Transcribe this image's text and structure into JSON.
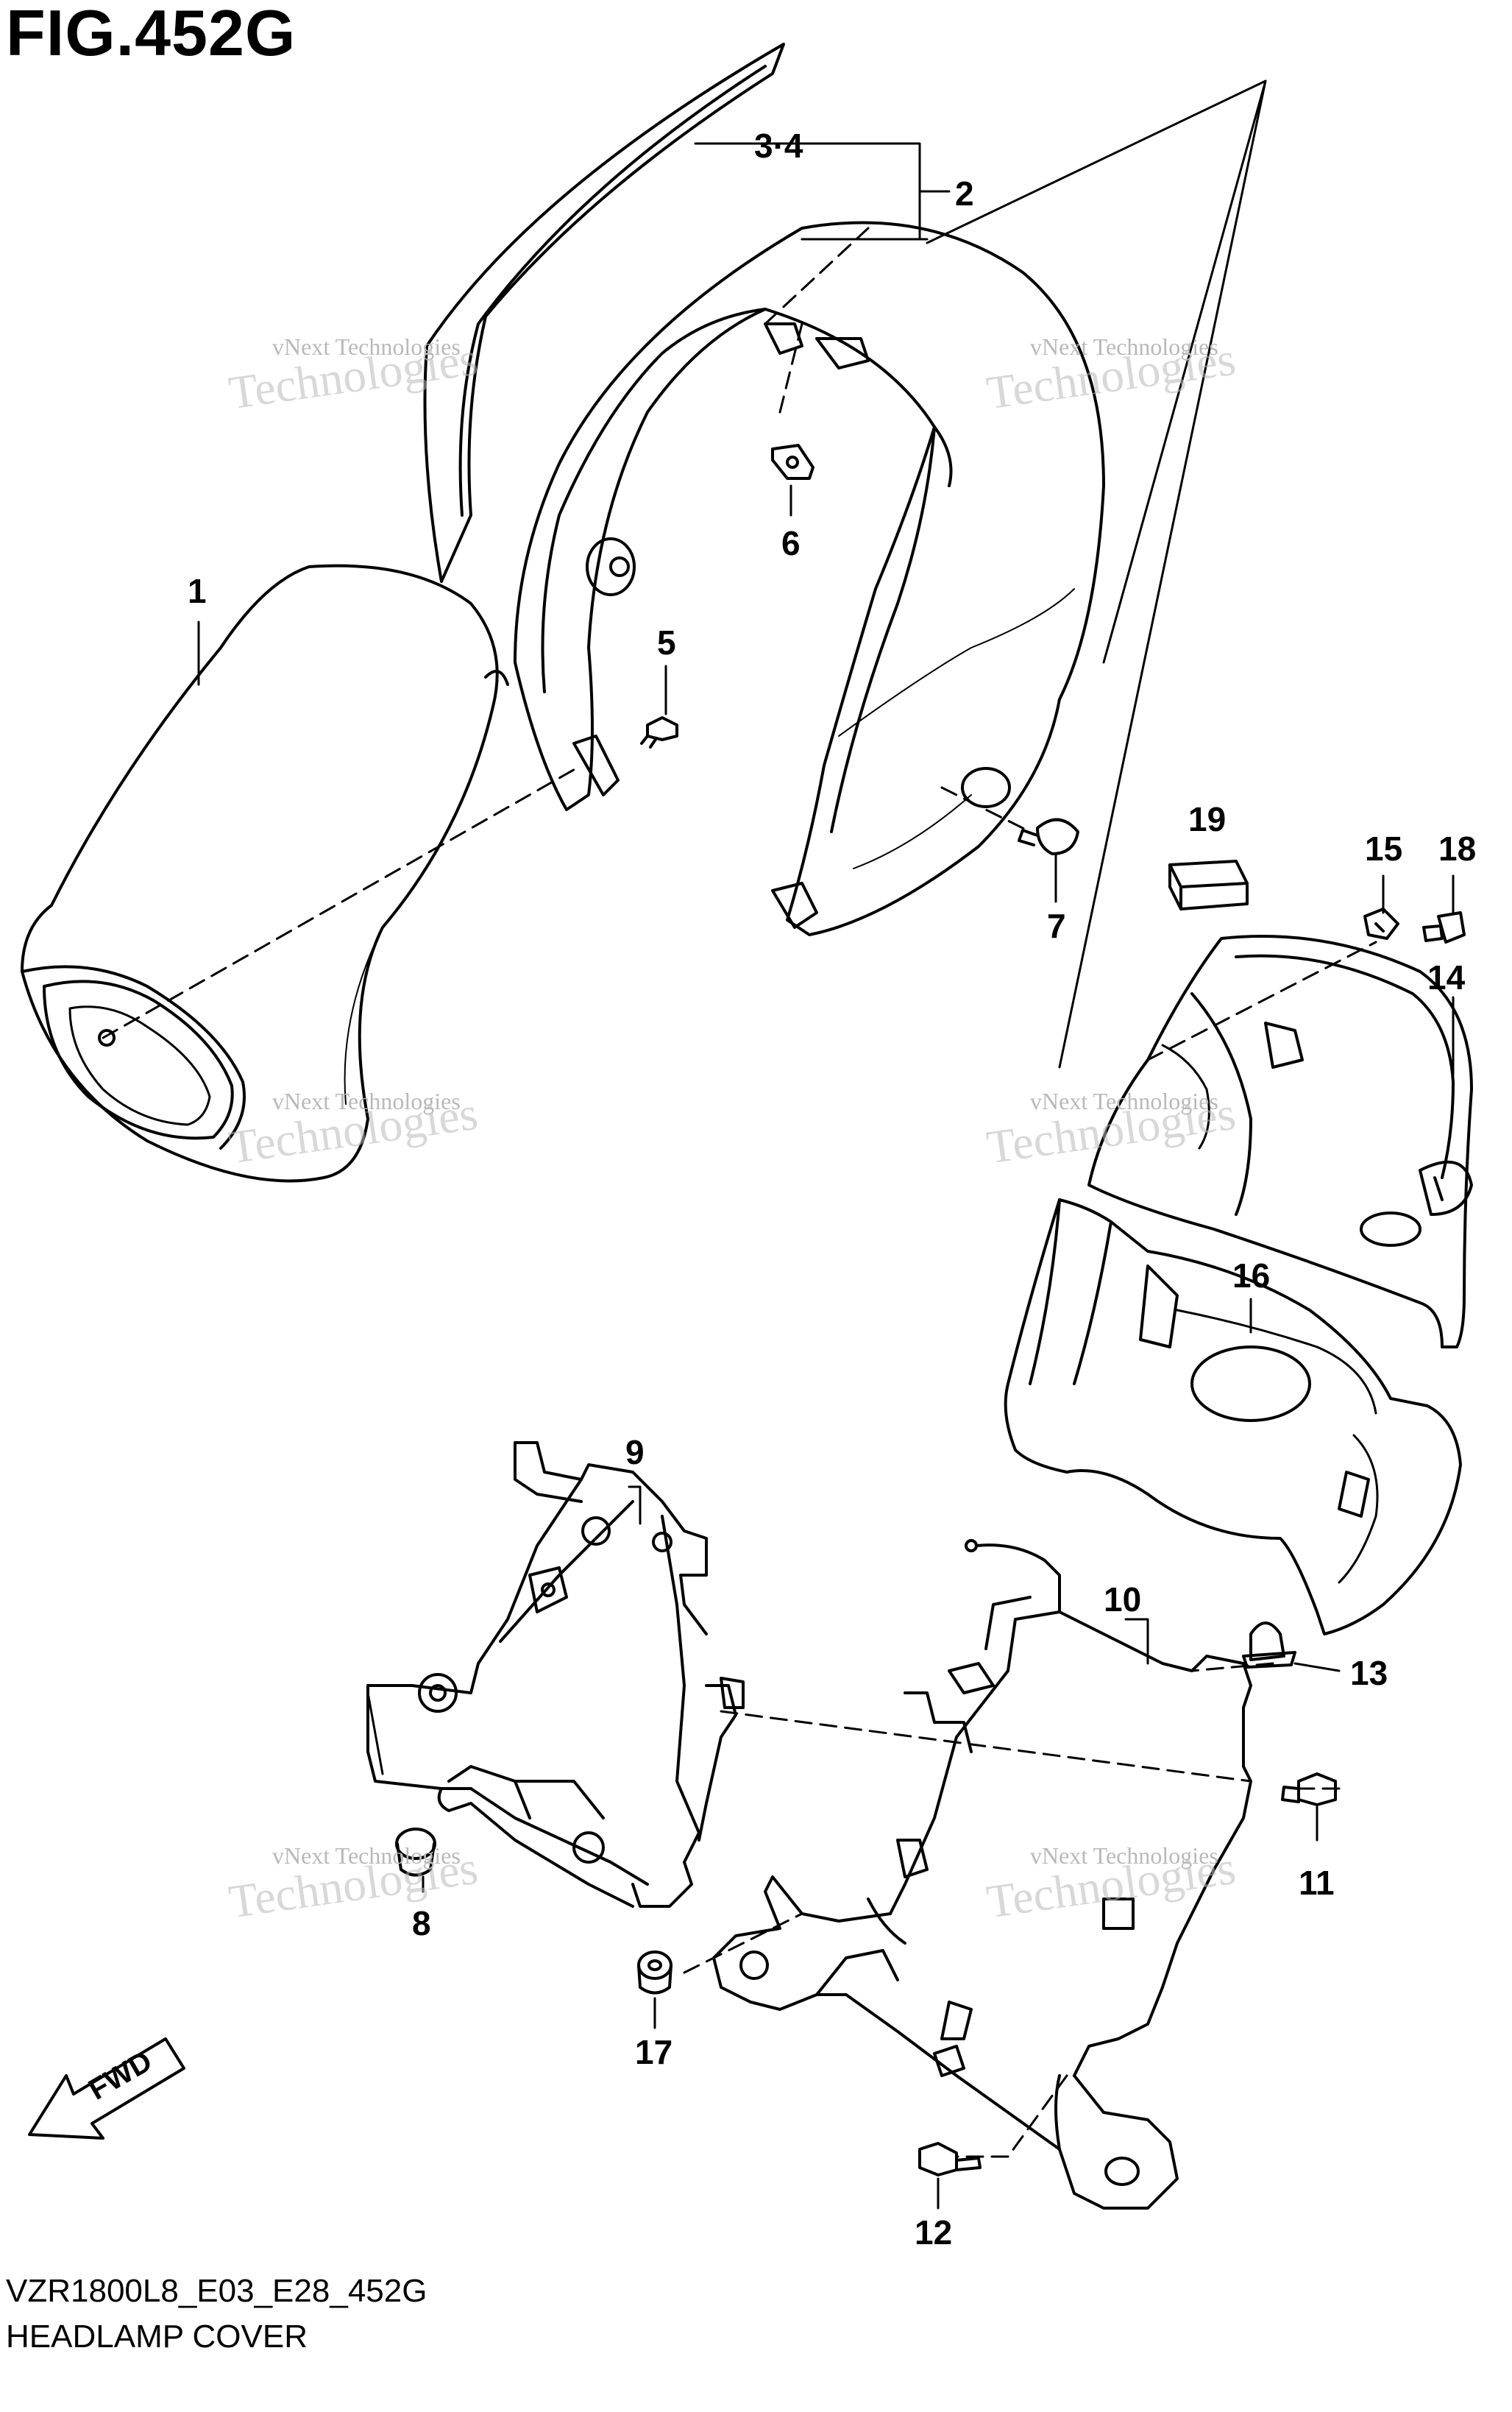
{
  "figure": {
    "title": "FIG.452G",
    "code": "VZR1800L8_E03_E28_452G",
    "caption": "HEADLAMP COVER",
    "fwd_label": "FWD"
  },
  "watermark": {
    "line1": "vNext Technologies",
    "line2": "Technologies"
  },
  "callouts": [
    {
      "id": "1",
      "label": "1"
    },
    {
      "id": "2",
      "label": "2"
    },
    {
      "id": "3-4",
      "label": "3·4"
    },
    {
      "id": "5",
      "label": "5"
    },
    {
      "id": "6",
      "label": "6"
    },
    {
      "id": "7",
      "label": "7"
    },
    {
      "id": "8",
      "label": "8"
    },
    {
      "id": "9",
      "label": "9"
    },
    {
      "id": "10",
      "label": "10"
    },
    {
      "id": "11",
      "label": "11"
    },
    {
      "id": "12",
      "label": "12"
    },
    {
      "id": "13",
      "label": "13"
    },
    {
      "id": "14",
      "label": "14"
    },
    {
      "id": "15",
      "label": "15"
    },
    {
      "id": "16",
      "label": "16"
    },
    {
      "id": "17",
      "label": "17"
    },
    {
      "id": "18",
      "label": "18"
    },
    {
      "id": "19",
      "label": "19"
    }
  ]
}
